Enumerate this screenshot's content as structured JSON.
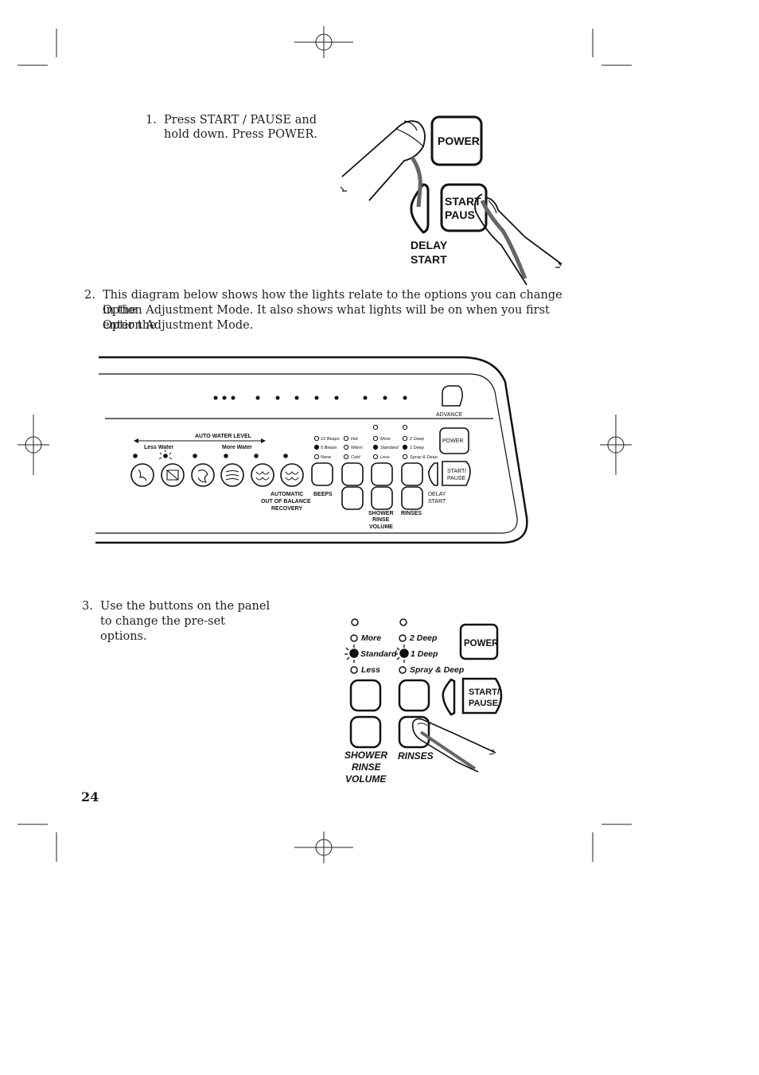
{
  "steps": [
    {
      "number": "1.",
      "lines": [
        "Press START / PAUSE and",
        "hold down. Press POWER."
      ]
    },
    {
      "number": "2.",
      "lines": [
        "This diagram below shows how the lights relate to the options you can change in the",
        "Option Adjustment Mode. It also shows what lights will be on when you first enter the",
        "Option Adjustment Mode."
      ]
    },
    {
      "number": "3.",
      "lines": [
        "Use the buttons on the panel",
        "to change the pre-set options."
      ]
    }
  ],
  "illustration1": {
    "power_label": "POWER",
    "start_label_1": "START",
    "start_label_2": "PAUS",
    "delay_label_1": "DELAY",
    "delay_label_2": "START"
  },
  "panel": {
    "advance": "ADVANCE",
    "auto_water_level": "AUTO WATER LEVEL",
    "less_water": "Less Water",
    "more_water": "More Water",
    "beeps_options": [
      "15 Beeps",
      "5 Beeps",
      "None"
    ],
    "temp_options": [
      "Hot",
      "Warm",
      "Cold"
    ],
    "shower_options": [
      "More",
      "Standard",
      "Less"
    ],
    "rinse_options": [
      "2 Deep",
      "1 Deep",
      "Spray & Deep"
    ],
    "power": "POWER",
    "start_1": "START/",
    "start_2": "PAUSE",
    "delay_1": "DELAY",
    "delay_2": "START",
    "auto_1": "AUTOMATIC",
    "auto_2": "OUT OF BALANCE",
    "auto_3": "RECOVERY",
    "beeps": "BEEPS",
    "shower_1": "SHOWER",
    "shower_2": "RINSE",
    "shower_3": "VOLUME",
    "rinses": "RINSES"
  },
  "illustration3": {
    "shower_options": [
      "More",
      "Standard",
      "Less"
    ],
    "rinse_options": [
      "2 Deep",
      "1 Deep",
      "Spray & Deep"
    ],
    "power": "POWER",
    "start_1": "START/",
    "start_2": "PAUSE",
    "shower_1": "SHOWER",
    "shower_2": "RINSE",
    "shower_3": "VOLUME",
    "rinses": "RINSES"
  },
  "page_number": "24"
}
